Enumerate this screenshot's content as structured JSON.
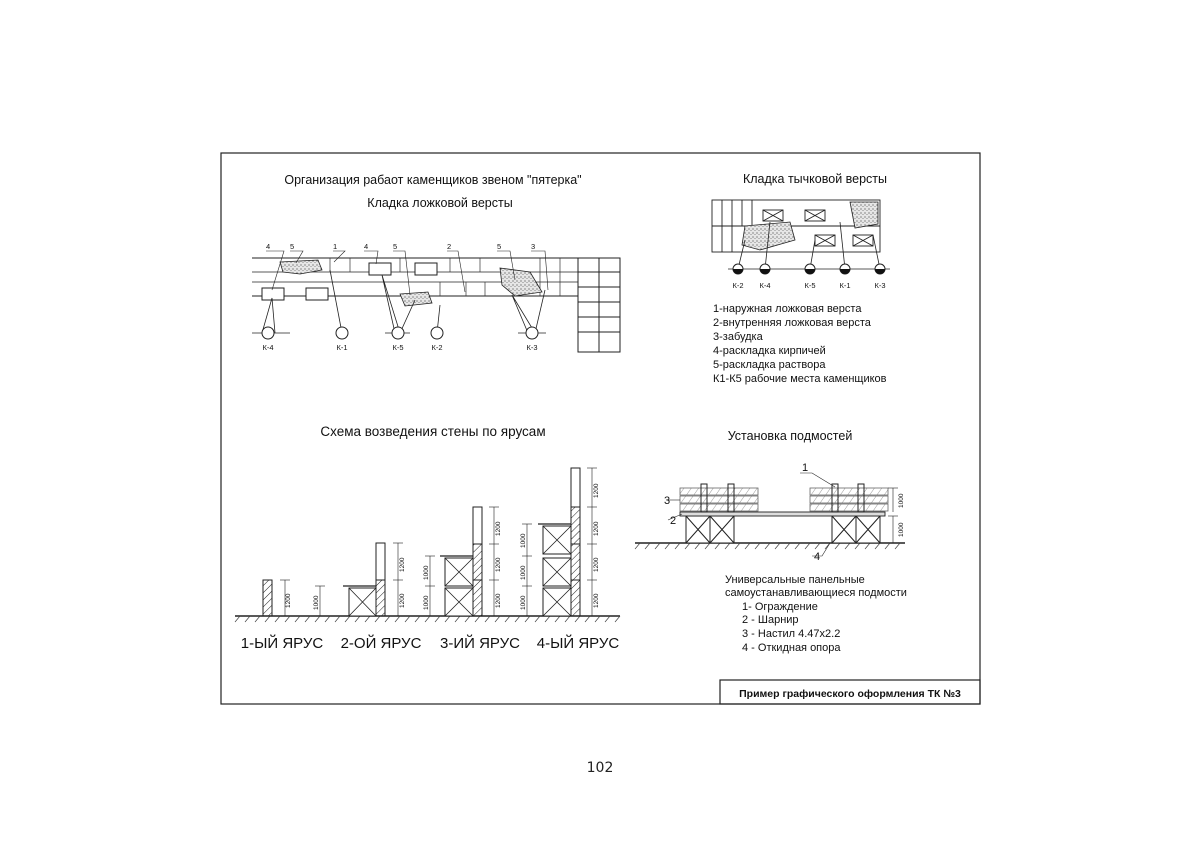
{
  "page_number": "102",
  "stamp": "Пример графического оформления ТК №3",
  "section_a": {
    "title": "Организация рабаот каменщиков звеном \"пятерка\"",
    "subtitle": "Кладка ложковой версты",
    "callouts": [
      "4",
      "5",
      "1",
      "4",
      "5",
      "2",
      "5",
      "3"
    ],
    "workplaces": [
      "К-4",
      "К-1",
      "К-5",
      "К-2",
      "К-3"
    ]
  },
  "section_b": {
    "title": "Кладка тычковой версты",
    "workplaces": [
      "К-2",
      "К-4",
      "К-5",
      "К-1",
      "К-3"
    ],
    "legend": [
      "1-наружная ложковая верста",
      "2-внутренняя ложковая верста",
      "3-забудка",
      "4-раскладка кирпичей",
      "5-раскладка раствора",
      "К1-К5 рабочие места каменщиков"
    ]
  },
  "section_c": {
    "title": "Схема возведения стены по ярусам",
    "tiers": [
      "1-ЫЙ ЯРУС",
      "2-ОЙ ЯРУС",
      "3-ИЙ ЯРУС",
      "4-ЫЙ ЯРУС"
    ],
    "dims": {
      "d1200": "1200",
      "d1000": "1000"
    }
  },
  "section_d": {
    "title": "Установка подмостей",
    "callouts": [
      "1",
      "2",
      "3",
      "4"
    ],
    "dims": {
      "d1000": "1000"
    },
    "caption_line1": "Универсальные панельные",
    "caption_line2": "самоустанавливающиеся подмости",
    "items": [
      "1- Ограждение",
      "2 - Шарнир",
      "3 - Настил 4.47х2.2",
      "4 - Откидная опора"
    ]
  }
}
